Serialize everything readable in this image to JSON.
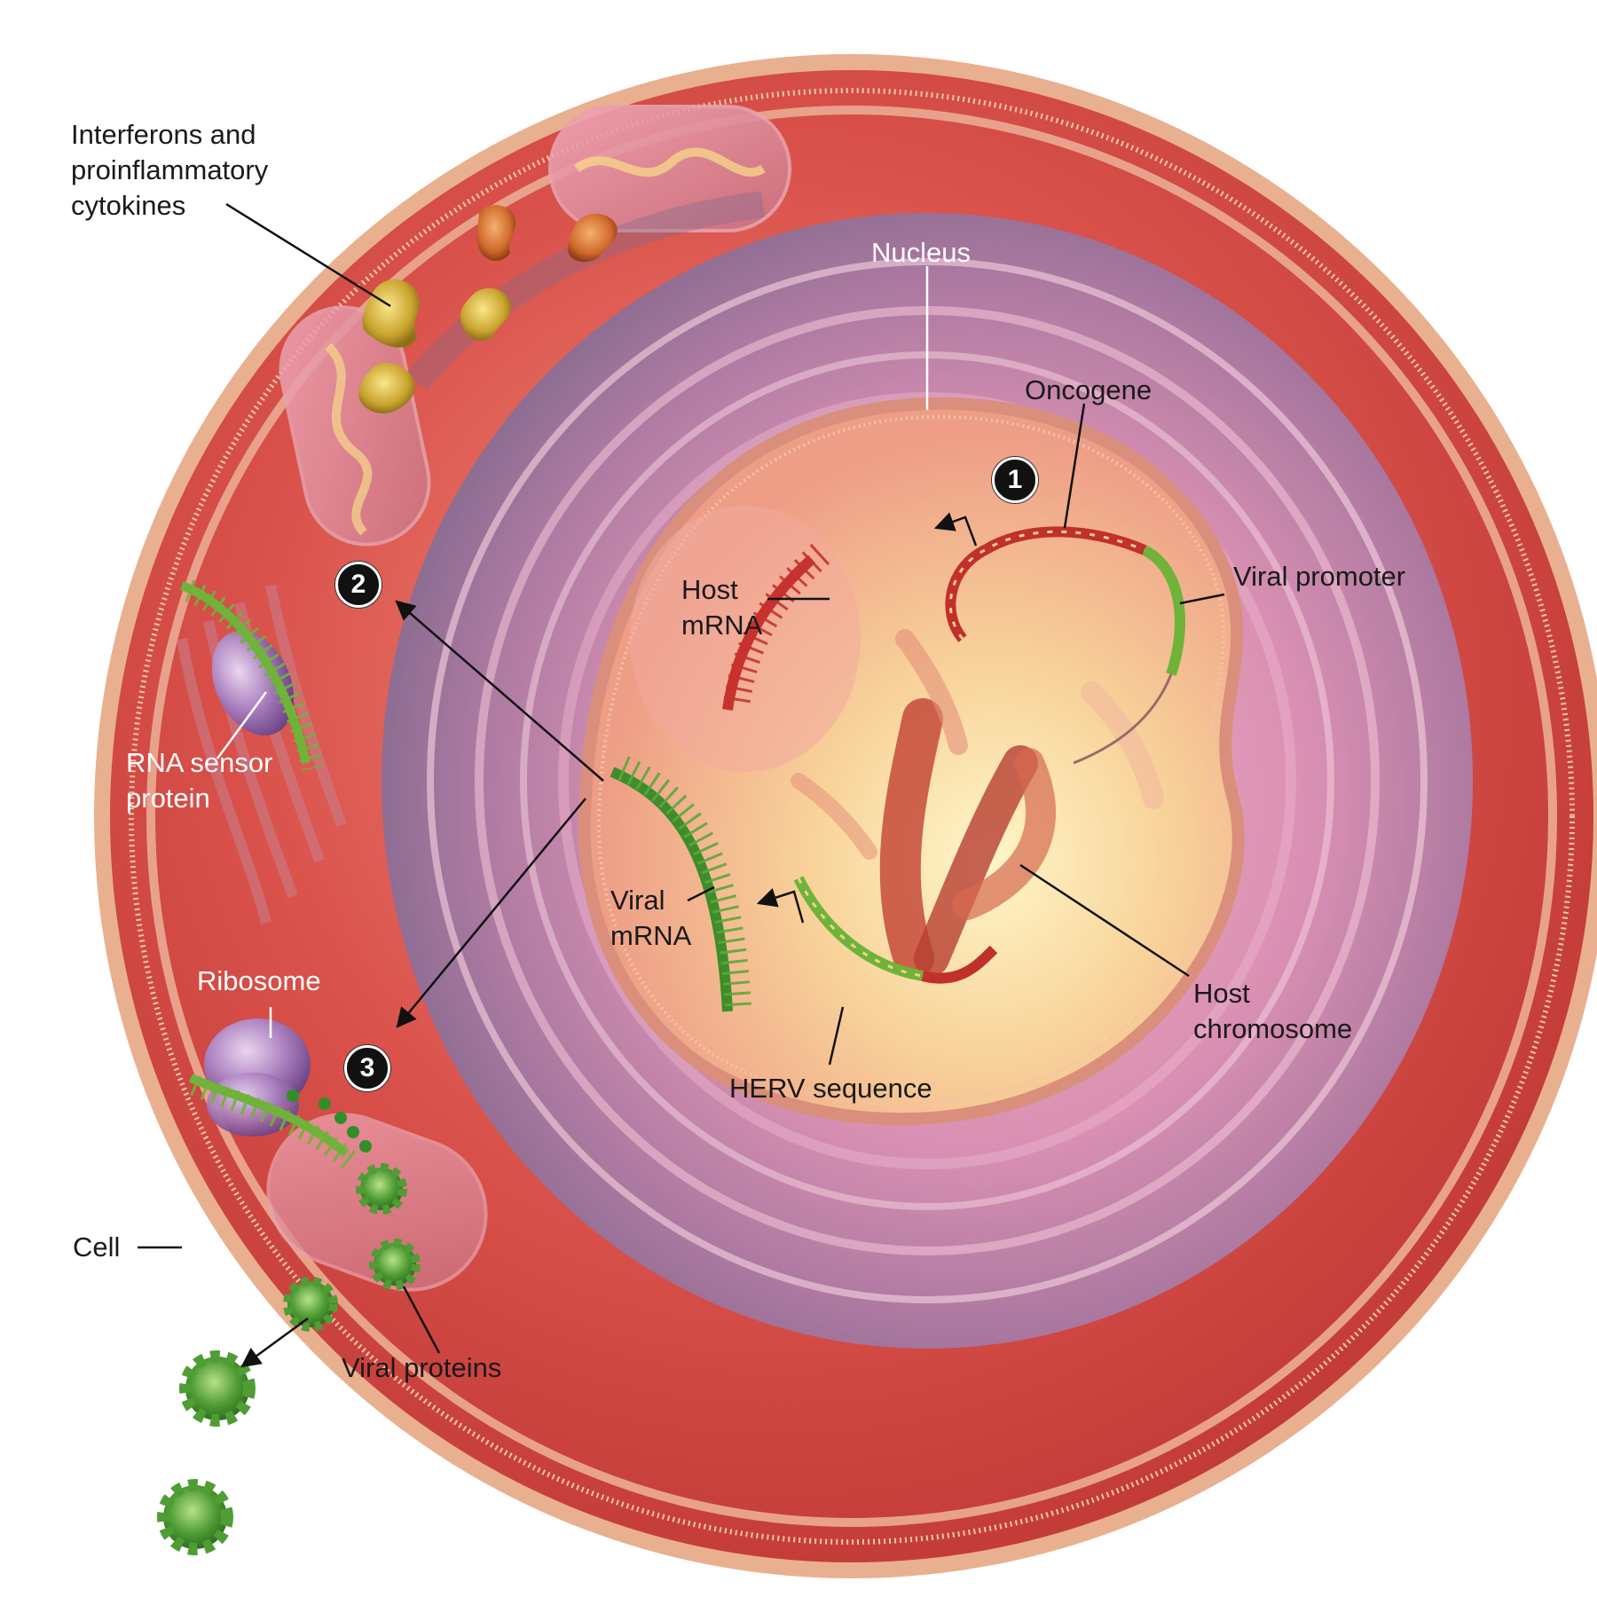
{
  "labels": {
    "interferons_line1": "Interferons and",
    "interferons_line2": "proinflammatory",
    "interferons_line3": "cytokines",
    "nucleus": "Nucleus",
    "oncogene": "Oncogene",
    "viral_promoter": "Viral promoter",
    "host_mrna_line1": "Host",
    "host_mrna_line2": "mRNA",
    "rna_sensor_line1": "RNA sensor",
    "rna_sensor_line2": "protein",
    "viral_mrna_line1": "Viral",
    "viral_mrna_line2": "mRNA",
    "ribosome": "Ribosome",
    "host_chromosome_line1": "Host",
    "host_chromosome_line2": "chromosome",
    "herv_sequence": "HERV sequence",
    "cell": "Cell",
    "viral_proteins": "Viral proteins"
  },
  "steps": [
    "1",
    "2",
    "3"
  ],
  "colors": {
    "cytoplasm": "#d84a45",
    "membrane": "#e59a83",
    "er": "#c07aa6",
    "nucleoplasm": "#f6c28b",
    "host_dna": "#c0302d",
    "viral_dna": "#6fb33a",
    "ribosome": "#9a6ab0",
    "cytokine": "#c9a52f",
    "viral_protein": "#3f9a2f"
  }
}
